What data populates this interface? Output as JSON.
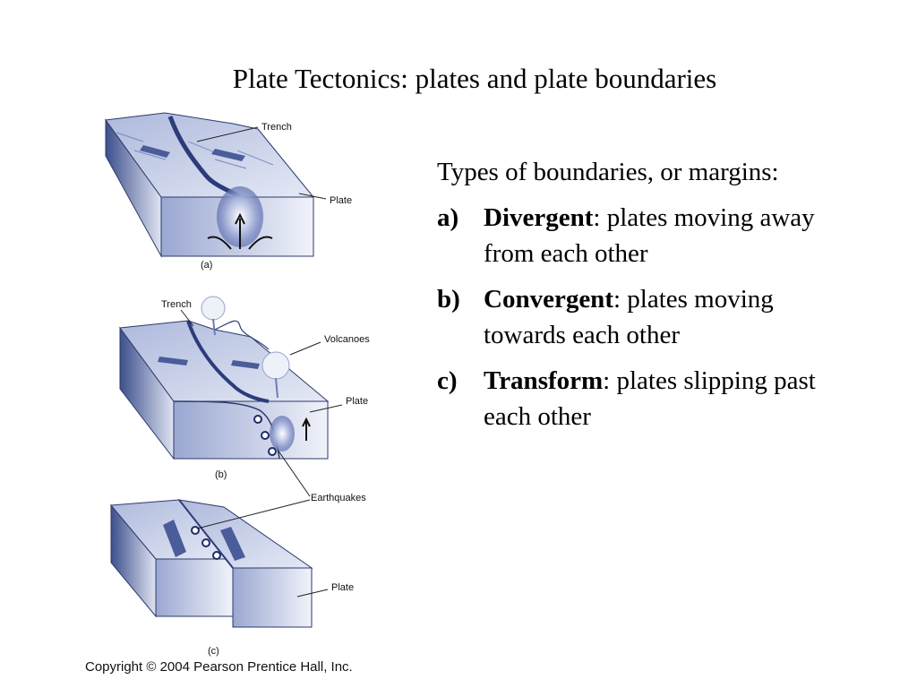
{
  "title": "Plate Tectonics: plates and plate boundaries",
  "intro": "Types of boundaries, or margins:",
  "items": [
    {
      "marker": "a)",
      "term": "Divergent",
      "rest": ": plates moving away from each other"
    },
    {
      "marker": "b)",
      "term": "Convergent",
      "rest": ": plates moving towards each other"
    },
    {
      "marker": "c)",
      "term": "Transform",
      "rest": ": plates slipping past each other"
    }
  ],
  "figure": {
    "a": {
      "caption": "(a)",
      "trench": "Trench",
      "plate": "Plate"
    },
    "b": {
      "caption": "(b)",
      "trench": "Trench",
      "volcanoes": "Volcanoes",
      "plate": "Plate"
    },
    "earthquakes": "Earthquakes",
    "c": {
      "caption": "(c)",
      "plate": "Plate"
    }
  },
  "copyright": "Copyright © 2004 Pearson Prentice Hall, Inc.",
  "colors": {
    "block_dark": "#3d4f8c",
    "block_light": "#e3e8f4",
    "surface": "#c6cfe6"
  }
}
